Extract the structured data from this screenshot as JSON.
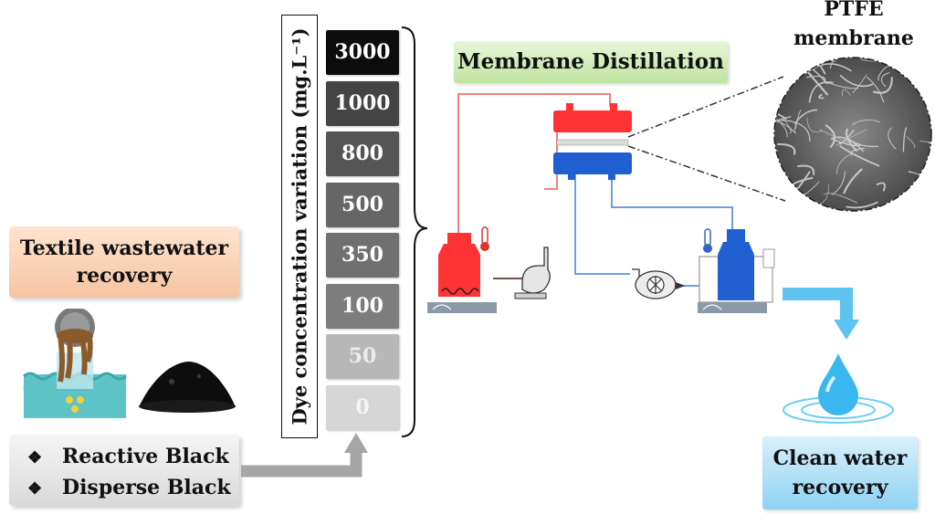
{
  "textile_box": {
    "line1": "Textile wastewater",
    "line2": "recovery"
  },
  "dyes": {
    "bullet": "❖",
    "item1": "Reactive Black",
    "item2": "Disperse Black"
  },
  "concentration": {
    "axis_label": "Dye concentration variation (mg.L⁻¹)",
    "levels": [
      "3000",
      "1000",
      "800",
      "500",
      "350",
      "100",
      "50",
      "0"
    ],
    "colors": [
      "#0c0c0c",
      "#444444",
      "#555555",
      "#666666",
      "#707070",
      "#7d7d7d",
      "#b8b8b8",
      "#d6d6d6"
    ],
    "text_colors": [
      "#ffffff",
      "#ffffff",
      "#ffffff",
      "#ffffff",
      "#ffffff",
      "#ffffff",
      "#ececec",
      "#f4f4f4"
    ]
  },
  "process_title": "Membrane Distillation",
  "membrane_label": {
    "line1": "PTFE",
    "line2": "membrane"
  },
  "clean_water": {
    "line1": "Clean water",
    "line2": "recovery"
  },
  "colors": {
    "hot": "#ff3333",
    "cold": "#1f5fd0",
    "hot_line": "#f08080",
    "cold_line": "#6f9fe0",
    "arrow_grey": "#a6a6a6",
    "arrow_blue": "#5ec3ee"
  }
}
